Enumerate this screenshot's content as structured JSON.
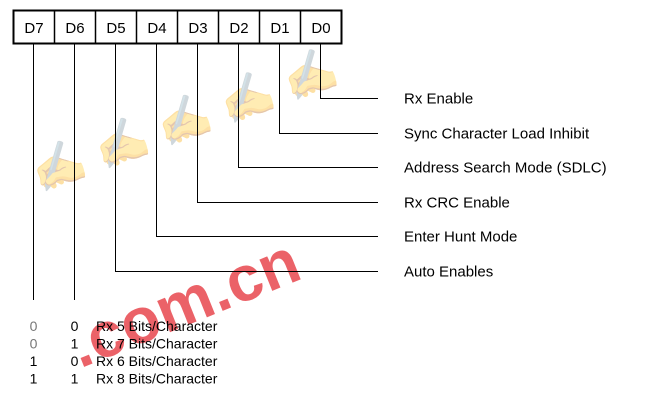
{
  "register": {
    "bits": [
      "D7",
      "D6",
      "D5",
      "D4",
      "D3",
      "D2",
      "D1",
      "D0"
    ]
  },
  "functions": [
    "Rx Enable",
    "Sync Character Load Inhibit",
    "Address Search Mode (SDLC)",
    "Rx CRC Enable",
    "Enter Hunt Mode",
    "Auto Enables"
  ],
  "rx_bits_table": [
    {
      "d7": "0",
      "d6": "0",
      "label": "Rx 5 Bits/Character"
    },
    {
      "d7": "0",
      "d6": "1",
      "label": "Rx 7 Bits/Character"
    },
    {
      "d7": "1",
      "d6": "0",
      "label": "Rx 6 Bits/Character"
    },
    {
      "d7": "1",
      "d6": "1",
      "label": "Rx 8 Bits/Character"
    }
  ],
  "watermark": {
    "text": ".com.cn",
    "color": "#e8474d"
  }
}
